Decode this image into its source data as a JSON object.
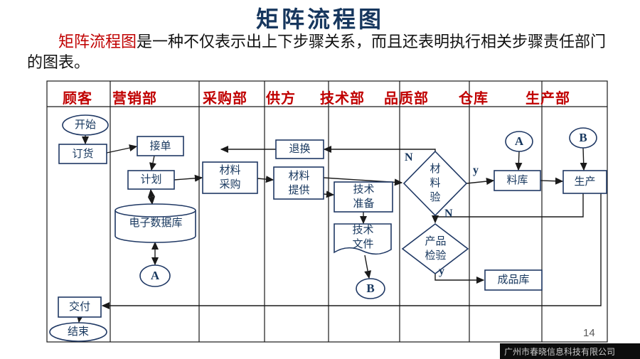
{
  "title": "矩阵流程图",
  "intro": {
    "term": "矩阵流程图",
    "text": "是一种不仅表示出上下步骤关系，而且还表明执行相关步骤责任部门的图表。"
  },
  "lanes": [
    "顾客",
    "营销部",
    "采购部",
    "供方",
    "技术部",
    "品质部",
    "仓库",
    "生产部"
  ],
  "nodes": {
    "start": "开始",
    "order": "订货",
    "accept": "接单",
    "plan": "计划",
    "database": "电子数据库",
    "connector_a1": "A",
    "purchase": "材料采购",
    "return": "退换",
    "supply": "材料提供",
    "tech_prep": "技术准备",
    "tech_doc": "技术文件",
    "connector_b1": "B",
    "material_check": "材料验",
    "product_check": "产品检验",
    "connector_a2": "A",
    "warehouse": "料库",
    "connector_b2": "B",
    "produce": "生产",
    "finished": "成品库",
    "deliver": "交付",
    "end": "结束"
  },
  "branch_labels": {
    "material_no": "N",
    "material_yes": "y",
    "product_no": "N",
    "product_yes": "y"
  },
  "page_number": "14",
  "footer": {
    "watermark": "广州市春晓信息科技有限公司"
  },
  "colors": {
    "accent_red": "#c00000",
    "title_blue": "#17375e",
    "line": "#1a1a1a"
  }
}
